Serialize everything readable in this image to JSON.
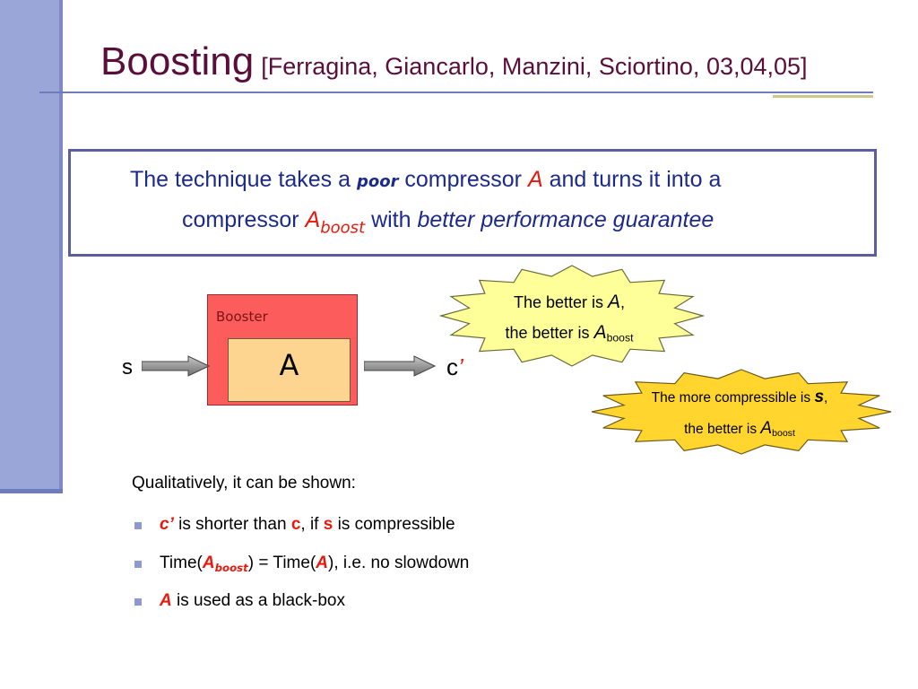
{
  "slide": {
    "title": "Boosting",
    "citation": "[Ferragina, Giancarlo, Manzini, Sciortino, 03,04,05]"
  },
  "box": {
    "line1_a": "The technique takes a",
    "line1_poor": "poor",
    "line1_b": "compressor",
    "line1_A": "A",
    "line1_c": "and turns it into a",
    "line2_a": "compressor",
    "line2_A": "A",
    "line2_sub": "boost",
    "line2_b": "with",
    "line2_c": "better performance guarantee"
  },
  "diagram": {
    "booster_label": "Booster",
    "inner_label": "A",
    "input_label": "s",
    "output_c": "c",
    "output_prime": "’"
  },
  "burst1": {
    "l1": "The better is",
    "l1_A": "A",
    "l1_comma": ",",
    "l2": "the better is",
    "l2_A": "A",
    "l2_sub": "boost",
    "fill": "#ffff99",
    "stroke": "#6b6b3a"
  },
  "burst2": {
    "l1": "The more compressible is",
    "l1_s": "s",
    "l1_comma": ",",
    "l2": "the better is",
    "l2_A": "A",
    "l2_sub": "boost",
    "fill": "#ffd52e",
    "stroke": "#6b5a1a"
  },
  "qual": {
    "intro": "Qualitatively, it can be shown:",
    "b1_c": "c’",
    "b1_a": "is shorter than",
    "b1_c2": "c",
    "b1_b": ", if",
    "b1_s": "s",
    "b1_d": "is compressible",
    "b2_time": "Time(",
    "b2_A": "A",
    "b2_sub": "boost",
    "b2_mid": ") = Time(",
    "b2_A2": "A",
    "b2_end": "), i.e. no slowdown",
    "b3_A": "A",
    "b3_rest": "is used as a black-box"
  },
  "colors": {
    "sidebar": "#9aa6d8",
    "title": "#5a0f3a",
    "accent_red": "#e8190c",
    "booster": "#fc5c5c",
    "inner": "#fdd591"
  }
}
